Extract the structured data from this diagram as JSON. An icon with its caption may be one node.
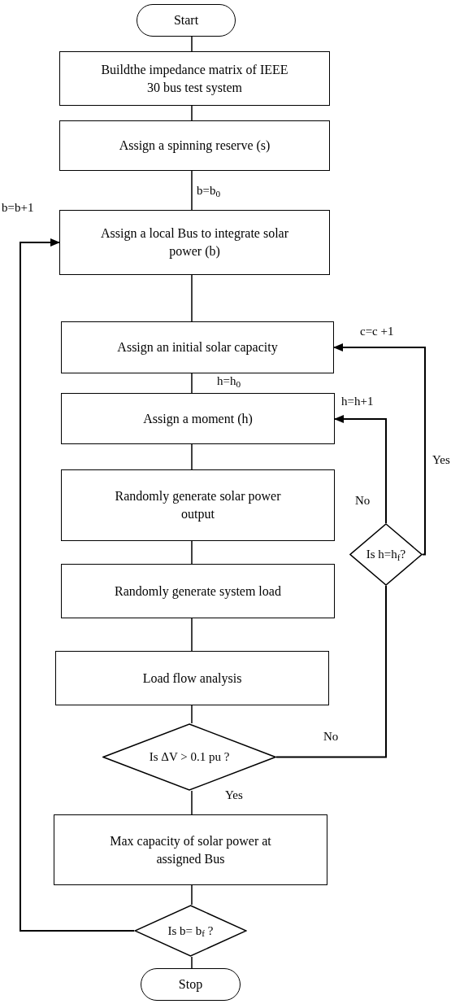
{
  "diagram": {
    "nodes": [
      {
        "text": [
          "Start"
        ]
      },
      {
        "text": [
          "Buildthe impedance matrix of IEEE 30 bus test system"
        ]
      },
      {
        "text": [
          "Assign a spinning reserve (s)"
        ]
      },
      {
        "text": [
          "Assign a local Bus to integrate solar power (b)"
        ]
      },
      {
        "text": [
          "Assign an initial solar capacity"
        ]
      },
      {
        "text": [
          "Assign a moment (h)"
        ]
      },
      {
        "text": [
          "Randomly generate solar power output"
        ]
      },
      {
        "text": [
          "Is h=h$_{f}$?"
        ]
      },
      {
        "text": [
          "Randomly generate system load"
        ]
      },
      {
        "text": [
          "Load flow analysis"
        ]
      },
      {
        "text": [
          "Is ΔV > 0.1 pu ?"
        ]
      },
      {
        "text": [
          "Max capacity of solar power at assigned Bus"
        ]
      },
      {
        "text": [
          "Is b= b$_{f}$ ?"
        ]
      },
      {
        "text": [
          "Stop"
        ]
      }
    ],
    "edges": [
      {
        "from": 0,
        "to": 1,
        "arrow": "none"
      },
      {
        "from": 1,
        "to": 2,
        "arrow": "none"
      },
      {
        "from": 2,
        "to": 3,
        "arrow": "none",
        "label": "b=b$_{0}$"
      },
      {
        "from": 3,
        "to": 4,
        "arrow": "none"
      },
      {
        "from": 4,
        "to": 5,
        "arrow": "none",
        "label": "h=h$_{0}$"
      },
      {
        "from": 5,
        "to": 6,
        "arrow": "none"
      },
      {
        "from": 6,
        "to": 8,
        "arrow": "none"
      },
      {
        "from": 8,
        "to": 9,
        "arrow": "none"
      },
      {
        "from": 9,
        "to": 10,
        "arrow": "none"
      },
      {
        "from": 10,
        "to": 11,
        "arrow": "none",
        "label": "Yes"
      },
      {
        "from": 11,
        "to": 12,
        "arrow": "none"
      },
      {
        "from": 12,
        "to": 13,
        "arrow": "none"
      },
      {
        "from": 12,
        "to": 3,
        "arrow": "to",
        "label": "b=b+1"
      },
      {
        "from": 10,
        "to": 7,
        "arrow": "none",
        "label": "No"
      },
      {
        "from": 7,
        "to": 5,
        "arrow": "to",
        "label": "No"
      },
      {
        "from": 7,
        "to": 4,
        "arrow": "to",
        "label": "Yes"
      }
    ],
    "labels": [
      "c=c +1",
      "h=h+1"
    ]
  }
}
